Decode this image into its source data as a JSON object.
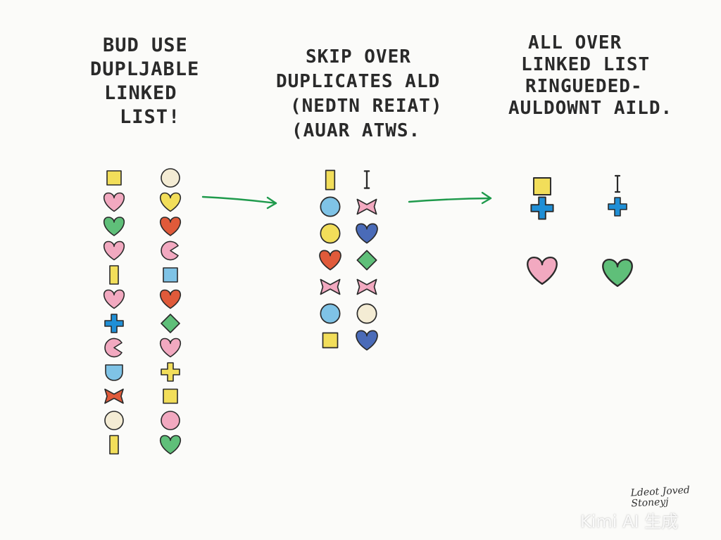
{
  "colors": {
    "ink": "#2a2a2a",
    "arrow": "#1f9a4c",
    "yellow": "#f2de5a",
    "pink": "#f2a9c0",
    "green": "#5fbf79",
    "blue": "#7fc3e6",
    "red": "#e05a3a",
    "navy": "#4a6bb8",
    "cream": "#f4ecd4",
    "plusblue": "#1f8fd6"
  },
  "captions": [
    {
      "lines": [
        "BUD USE",
        "DUPLJABLE",
        "LINKED",
        "LIST!"
      ]
    },
    {
      "lines": [
        "SKIP OVER",
        "DUPLICATES ALD",
        "(NEDTN REIAT)",
        "(AUAR ATWS."
      ]
    },
    {
      "lines": [
        "ALL OVER",
        "LINKED LIST",
        "RINGUEDED-",
        "AULDOWNT AILD."
      ]
    }
  ],
  "signature": {
    "lines": [
      "Ldeot Joved",
      "Stoneyj"
    ]
  },
  "watermark": "Kimi AI 生成",
  "columns": [
    {
      "items": [
        {
          "shape": "square",
          "color": "yellow"
        },
        {
          "shape": "heart",
          "color": "pink"
        },
        {
          "shape": "heart",
          "color": "green"
        },
        {
          "shape": "heart",
          "color": "pink"
        },
        {
          "shape": "bar",
          "color": "yellow"
        },
        {
          "shape": "heart",
          "color": "pink"
        },
        {
          "shape": "plus",
          "color": "plusblue"
        },
        {
          "shape": "pacman",
          "color": "pink"
        },
        {
          "shape": "shield",
          "color": "blue"
        },
        {
          "shape": "bowtie",
          "color": "red"
        },
        {
          "shape": "circle",
          "color": "cream"
        },
        {
          "shape": "bar",
          "color": "yellow"
        }
      ]
    },
    {
      "items": [
        {
          "shape": "circle",
          "color": "cream"
        },
        {
          "shape": "heart",
          "color": "yellow"
        },
        {
          "shape": "heart",
          "color": "red"
        },
        {
          "shape": "pacman",
          "color": "pink"
        },
        {
          "shape": "square",
          "color": "blue"
        },
        {
          "shape": "heart",
          "color": "red"
        },
        {
          "shape": "diamond",
          "color": "green"
        },
        {
          "shape": "heart",
          "color": "pink"
        },
        {
          "shape": "plus",
          "color": "yellow"
        },
        {
          "shape": "square",
          "color": "yellow"
        },
        {
          "shape": "circle",
          "color": "pink"
        },
        {
          "shape": "heart",
          "color": "green"
        }
      ]
    },
    {
      "items": [
        {
          "shape": "bar",
          "color": "yellow"
        },
        {
          "shape": "circle",
          "color": "blue"
        },
        {
          "shape": "circle",
          "color": "yellow"
        },
        {
          "shape": "heart",
          "color": "red"
        },
        {
          "shape": "bowtie",
          "color": "pink"
        },
        {
          "shape": "circle",
          "color": "blue"
        },
        {
          "shape": "square",
          "color": "yellow"
        }
      ]
    },
    {
      "items": [
        {
          "shape": "tick",
          "color": "ink"
        },
        {
          "shape": "bowtie",
          "color": "pink"
        },
        {
          "shape": "heart",
          "color": "navy"
        },
        {
          "shape": "diamond",
          "color": "green"
        },
        {
          "shape": "bowtie",
          "color": "pink"
        },
        {
          "shape": "circle",
          "color": "cream"
        },
        {
          "shape": "heart",
          "color": "navy"
        }
      ]
    },
    {
      "items": [
        {
          "shape": "square",
          "color": "yellow"
        },
        {
          "shape": "plus",
          "color": "plusblue"
        },
        {
          "shape": "heart",
          "color": "pink"
        }
      ]
    },
    {
      "items": [
        {
          "shape": "tick",
          "color": "ink"
        },
        {
          "shape": "plus",
          "color": "plusblue"
        },
        {
          "shape": "heart",
          "color": "green"
        }
      ]
    }
  ],
  "arrows": [
    {
      "from": "stage-1",
      "to": "stage-2",
      "color": "arrow"
    },
    {
      "from": "stage-2",
      "to": "stage-3",
      "color": "arrow"
    }
  ]
}
